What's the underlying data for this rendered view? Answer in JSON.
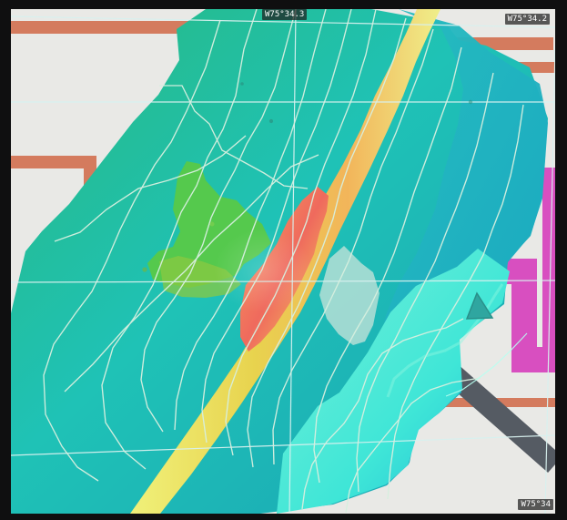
{
  "map": {
    "coordinates": {
      "top": "W75°34.3",
      "top_right": "W75°34.2",
      "bottom_right": "W75°34"
    }
  },
  "colors": {
    "background": "#e9e9e6",
    "orange_overlay": "#d47b5e",
    "pink_overlay": "#d84fc0",
    "gray_overlay": "#555b63",
    "shallow": "#d9e86a",
    "mid_shallow": "#47c946",
    "mid": "#25b56a",
    "deep": "#22b6ac",
    "deepest": "#1b9eb0",
    "peak": "#ef6a5d"
  },
  "icons": {
    "marker": "triangle-marker-icon"
  }
}
